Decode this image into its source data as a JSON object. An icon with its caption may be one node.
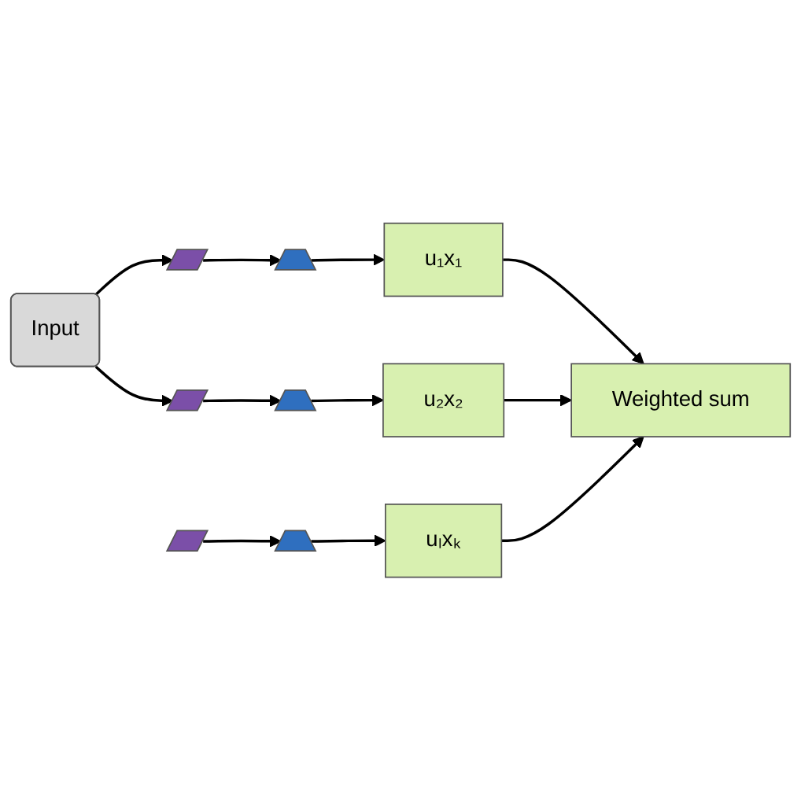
{
  "diagram": {
    "nodes": [
      {
        "text": [
          "Input"
        ]
      },
      {
        "text": [],
        "shape": "parallelogram"
      },
      {
        "text": [],
        "shape": "trapezoid"
      },
      {
        "text": [
          "u₁x₁"
        ]
      },
      {
        "text": [],
        "shape": "parallelogram"
      },
      {
        "text": [],
        "shape": "trapezoid"
      },
      {
        "text": [
          "u₂x₂"
        ]
      },
      {
        "text": [],
        "shape": "parallelogram"
      },
      {
        "text": [],
        "shape": "trapezoid"
      },
      {
        "text": [
          "uₗxₖ"
        ]
      },
      {
        "text": [
          "Weighted sum"
        ]
      }
    ],
    "edges": [
      {
        "from": 0,
        "to": 1,
        "arrow": "to"
      },
      {
        "from": 0,
        "to": 4,
        "arrow": "to"
      },
      {
        "from": 1,
        "to": 2,
        "arrow": "to"
      },
      {
        "from": 2,
        "to": 3,
        "arrow": "to"
      },
      {
        "from": 4,
        "to": 5,
        "arrow": "to"
      },
      {
        "from": 5,
        "to": 6,
        "arrow": "to"
      },
      {
        "from": 7,
        "to": 8,
        "arrow": "to"
      },
      {
        "from": 8,
        "to": 9,
        "arrow": "to"
      },
      {
        "from": 3,
        "to": 10,
        "arrow": "to"
      },
      {
        "from": 6,
        "to": 10,
        "arrow": "to"
      },
      {
        "from": 9,
        "to": 10,
        "arrow": "to"
      }
    ]
  }
}
